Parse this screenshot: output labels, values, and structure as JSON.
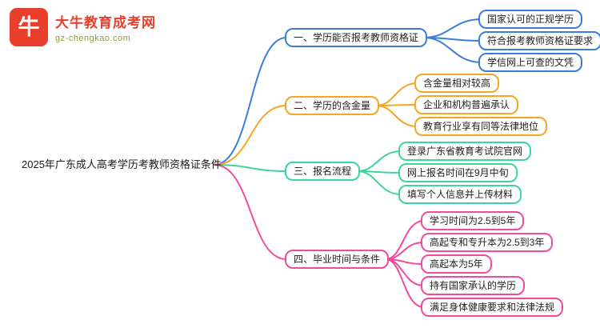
{
  "logo": {
    "title": "大牛教育成考网",
    "domain": "gz-chengkao.com",
    "icon_glyph": "牛",
    "brand_color": "#E8402D"
  },
  "root": {
    "label": "2025年广东成人高考学历考教师资格证条件"
  },
  "branches": [
    {
      "label": "一、学历能否报考教师资格证",
      "color": "#3B7DDD",
      "children": [
        "国家认可的正规学历",
        "符合报考教师资格证要求",
        "学信网上可查的文凭"
      ]
    },
    {
      "label": "二、学历的含金量",
      "color": "#F5A623",
      "children": [
        "含金量相对较高",
        "企业和机构普遍承认",
        "教育行业享有同等法律地位"
      ]
    },
    {
      "label": "三、报名流程",
      "color": "#3DD598",
      "children": [
        "登录广东省教育考试院官网",
        "网上报名时间在9月中旬",
        "填写个人信息并上传材料"
      ]
    },
    {
      "label": "四、毕业时间与条件",
      "color": "#F24B9B",
      "children": [
        "学习时间为2.5到5年",
        "高起专和专升本为2.5到3年",
        "高起本为5年",
        "持有国家承认的学历",
        "满足身体健康要求和法律法规"
      ]
    }
  ]
}
